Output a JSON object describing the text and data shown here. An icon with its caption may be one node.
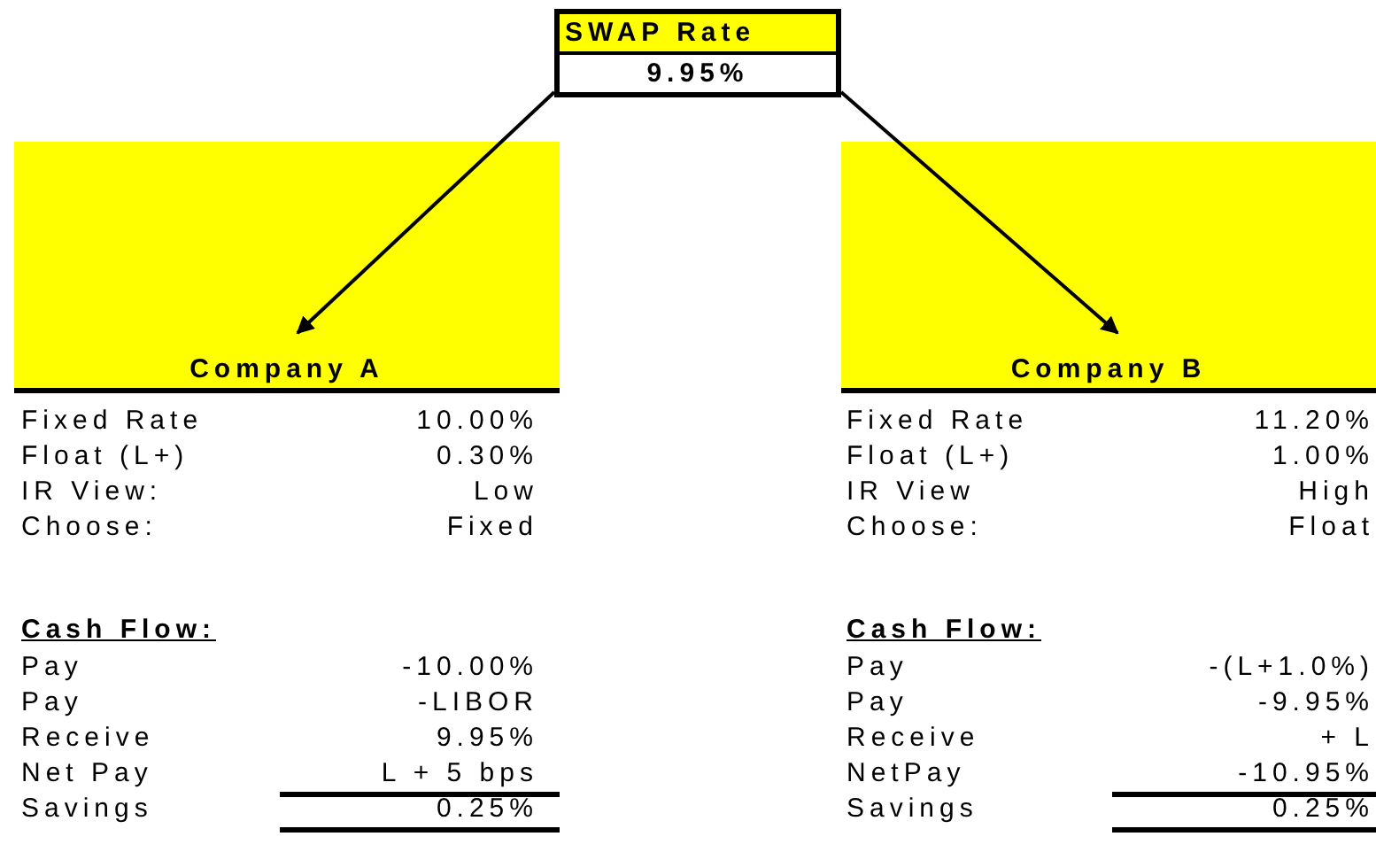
{
  "diagram": {
    "nodes": [
      {
        "text": [
          "SWAP Rate",
          "9.95%"
        ]
      },
      {
        "text": [
          "Company A"
        ]
      },
      {
        "text": [
          "Company B"
        ]
      }
    ],
    "edges": [
      {
        "from": 0,
        "to": 1,
        "arrow": "to"
      },
      {
        "from": 0,
        "to": 2,
        "arrow": "to"
      }
    ],
    "labels": [
      "Fixed Rate",
      "10.00%",
      "Float (L+)",
      "0.30%",
      "IR View:",
      "Low",
      "Choose:",
      "Fixed",
      "Cash Flow:",
      "Pay",
      "-10.00%",
      "Pay",
      "-LIBOR",
      "Receive",
      "9.95%",
      "Net Pay",
      "L + 5 bps",
      "Savings",
      "0.25%",
      "Fixed Rate",
      "11.20%",
      "Float (L+)",
      "1.00%",
      "IR View",
      "High",
      "Choose:",
      "Float",
      "Cash Flow:",
      "Pay",
      "-(L+1.0%)",
      "Pay",
      "-9.95%",
      "Receive",
      "+ L",
      "NetPay",
      "-10.95%",
      "Savings",
      "0.25%"
    ]
  }
}
